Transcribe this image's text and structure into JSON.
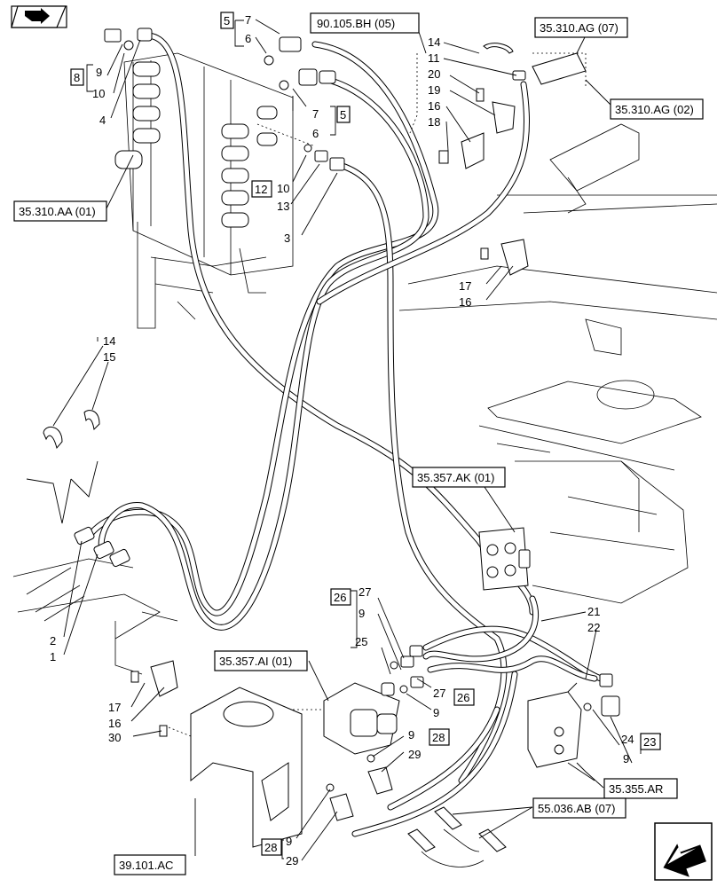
{
  "refs": {
    "r1": "90.105.BH (05)",
    "r2": "35.310.AG (07)",
    "r3": "35.310.AG (02)",
    "r4": "35.310.AA (01)",
    "r5": "35.357.AK (01)",
    "r6": "35.357.AI (01)",
    "r7": "35.355.AR",
    "r8": "55.036.AB (07)",
    "r9": "39.101.AC"
  },
  "boxed": {
    "b5a": "5",
    "b5b": "5",
    "b8": "8",
    "b12": "12",
    "b26a": "26",
    "b26b": "26",
    "b28a": "28",
    "b28b": "28",
    "b23": "23"
  },
  "callouts": {
    "c7a": "7",
    "c6a": "6",
    "c9a": "9",
    "c10a": "10",
    "c4": "4",
    "c7b": "7",
    "c6b": "6",
    "c10b": "10",
    "c13": "13",
    "c3": "3",
    "c14a": "14",
    "c11": "11",
    "c20": "20",
    "c19": "19",
    "c16a": "16",
    "c18": "18",
    "c17a": "17",
    "c16b": "16",
    "c14b": "14",
    "c15": "15",
    "c2": "2",
    "c1": "1",
    "c27a": "27",
    "c9b": "9",
    "c25": "25",
    "c27b": "27",
    "c9c": "9",
    "c21": "21",
    "c22": "22",
    "c24": "24",
    "c9d": "9",
    "c17b": "17",
    "c16c": "16",
    "c30": "30",
    "c9e": "9",
    "c29a": "29",
    "c9f": "9",
    "c29b": "29"
  },
  "icons": {
    "nav": "next-page-icon",
    "back": "back-arrow-icon"
  }
}
